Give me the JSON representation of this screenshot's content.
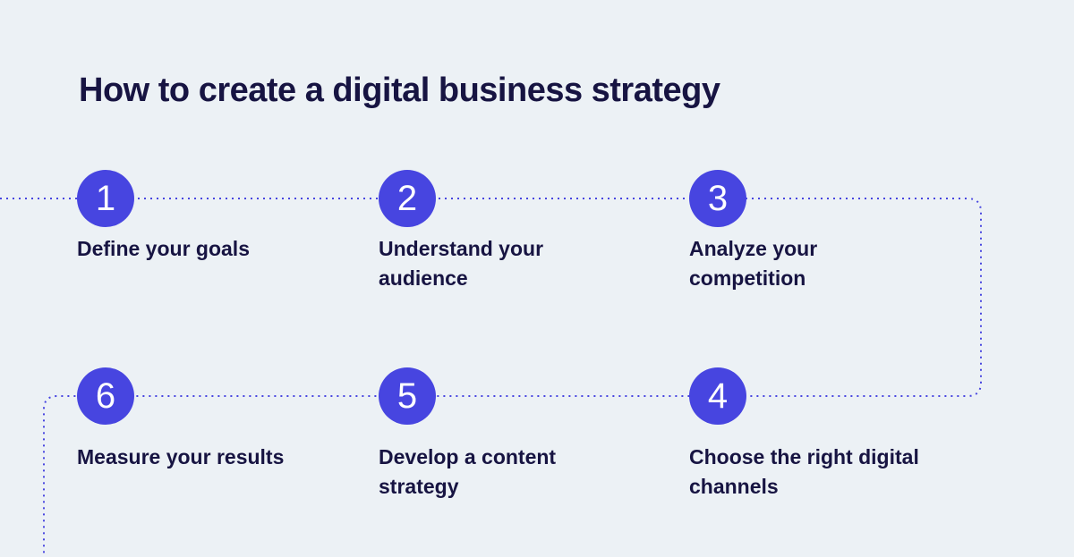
{
  "title": "How to create a digital business strategy",
  "colors": {
    "background": "#ecf1f5",
    "accent": "#4745e0",
    "text": "#171442",
    "circle_number": "#ffffff"
  },
  "steps": [
    {
      "number": "1",
      "label": [
        "Define your goals"
      ]
    },
    {
      "number": "2",
      "label": [
        "Understand your",
        "audience"
      ]
    },
    {
      "number": "3",
      "label": [
        "Analyze your",
        "competition"
      ]
    },
    {
      "number": "4",
      "label": [
        "Choose the right digital",
        "channels"
      ]
    },
    {
      "number": "5",
      "label": [
        "Develop a content",
        "strategy"
      ]
    },
    {
      "number": "6",
      "label": [
        "Measure your results"
      ]
    }
  ]
}
